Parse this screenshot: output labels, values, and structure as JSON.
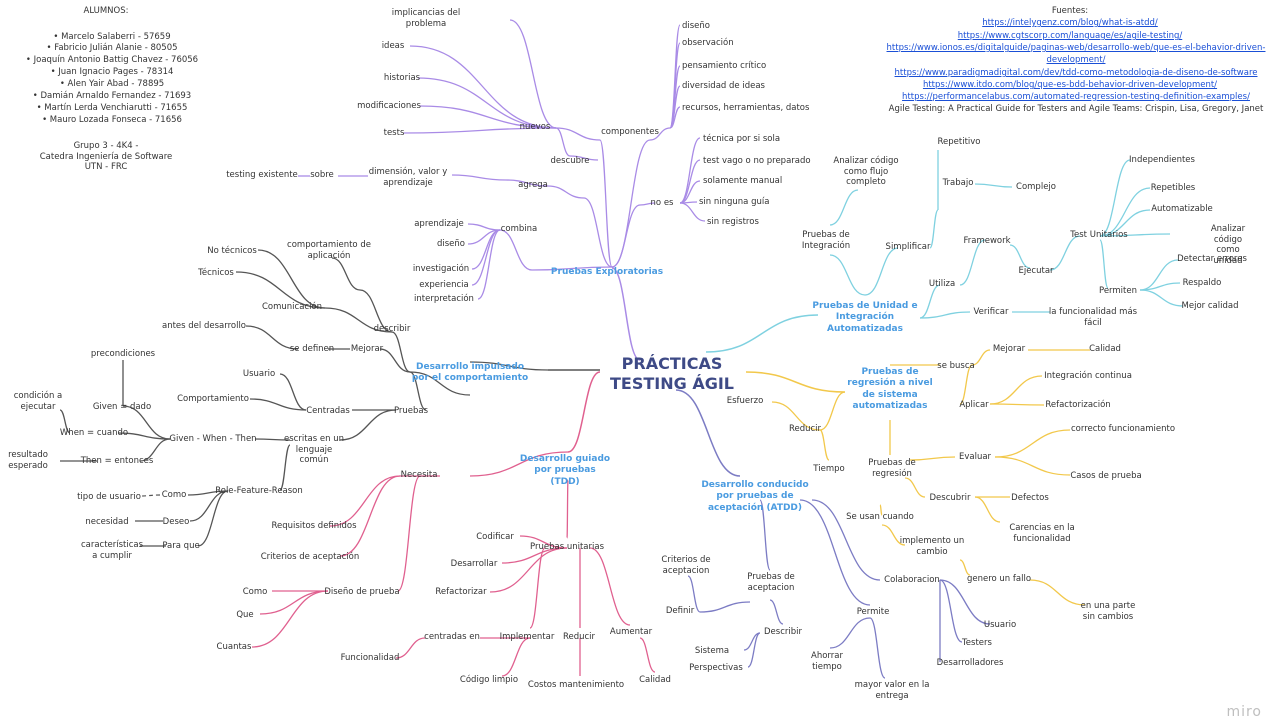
{
  "root": "PRÁCTICAS TESTING ÁGIL",
  "students": {
    "title": "ALUMNOS:",
    "list": [
      "Marcelo Salaberri - 57659",
      "Fabricio Julián Alanie - 80505",
      "Joaquín Antonio Battig Chavez - 76056",
      "Juan Ignacio Pages - 78314",
      "Alen Yair Abad - 78895",
      "Damián Arnaldo Fernandez - 71693",
      "Martín Lerda Venchiarutti - 71655",
      "Mauro Lozada Fonseca - 71656"
    ],
    "group": "Grupo 3 - 4K4 -\nCatedra Ingeniería de Software\nUTN - FRC"
  },
  "sources": {
    "title": "Fuentes:",
    "links": [
      "https://intelygenz.com/blog/what-is-atdd/",
      "https://www.cgtscorp.com/language/es/agile-testing/",
      "https://www.ionos.es/digitalguide/paginas-web/desarrollo-web/que-es-el-behavior-driven-",
      "development/",
      "https://www.paradigmadigital.com/dev/tdd-como-metodologia-de-diseno-de-software",
      "https://www.itdo.com/blog/que-es-bdd-behavior-driven-development/",
      "https://performancelabus.com/automated-regression-testing-definition-examples/"
    ],
    "book": "Agile Testing: A Practical Guide for Testers and Agile Teams: Crispin, Lisa, Gregory, Janet"
  },
  "branches": {
    "exploratorias": {
      "title": "Pruebas Exploratorias",
      "nuevos": "nuevos",
      "nuevos_items": [
        "implicancias del\nproblema",
        "ideas",
        "historias",
        "modificaciones",
        "tests"
      ],
      "descubre": "descubre",
      "componentes": "componentes",
      "componentes_items": [
        "diseño",
        "observación",
        "pensamiento crítico",
        "diversidad de ideas",
        "recursos, herramientas, datos"
      ],
      "agrega": "agrega",
      "dimension": "dimensión, valor y\naprendizaje",
      "sobre": "sobre",
      "testing_existente": "testing existente",
      "combina": "combina",
      "combina_items": [
        "aprendizaje",
        "diseño",
        "investigación",
        "experiencia",
        "interpretación"
      ],
      "no_es": "no es",
      "no_es_items": [
        "técnica por si sola",
        "test vago o no preparado",
        "solamente manual",
        "sin ninguna guía",
        "sin registros"
      ]
    },
    "bdd": {
      "title": "Desarrollo impulsado\npor el comportamiento",
      "describir": "describir",
      "comportamiento_app": "comportamiento de\naplicación",
      "comunicacion": "Comunicación",
      "no_tecnicos": "No técnicos",
      "tecnicos": "Técnicos",
      "mejorar": "Mejorar",
      "se_definen": "se definen",
      "antes_desarrollo": "antes del desarrollo",
      "pruebas": "Pruebas",
      "centradas": "Centradas",
      "usuario": "Usuario",
      "comportamiento": "Comportamiento",
      "escritas": "escritas en un\nlenguaje\ncomún",
      "gwt": "Given - When - Then",
      "given": "Given = dado",
      "precondiciones": "precondiciones",
      "when": "When = cuando",
      "condicion": "condición a\nejecutar",
      "then": "Then = entonces",
      "resultado": "resultado\nesperado",
      "rfr": "Role-Feature-Reason",
      "como": "Como",
      "tipo_usuario": "tipo de usuario",
      "deseo": "Deseo",
      "necesidad": "necesidad",
      "para_que": "Para que",
      "caracteristicas": "características\na cumplir"
    },
    "tdd": {
      "title": "Desarrollo guiado\npor pruebas\n(TDD)",
      "necesita": "Necesita",
      "requisitos": "Requisitos definidos",
      "criterios": "Criterios de aceptación",
      "diseno_prueba": "Diseño de prueba",
      "diseno_items": [
        "Como",
        "Que",
        "Cuantas"
      ],
      "pruebas_unitarias": "Pruebas unitarias",
      "codificar": "Codificar",
      "desarrollar": "Desarrollar",
      "refactorizar": "Refactorizar",
      "implementar": "Implementar",
      "centradas_en": "centradas en",
      "funcionalidad": "Funcionalidad",
      "codigo_limpio": "Código limpio",
      "reducir": "Reducir",
      "costos": "Costos mantenimiento",
      "aumentar": "Aumentar",
      "calidad": "Calidad"
    },
    "atdd": {
      "title": "Desarrollo conducido\npor pruebas de\naceptación (ATDD)",
      "pruebas_aceptacion": "Pruebas de\naceptacion",
      "definir": "Definir",
      "criterios": "Criterios de\naceptacion",
      "describir": "Describir",
      "sistema": "Sistema",
      "perspectivas": "Perspectivas",
      "permite": "Permite",
      "ahorrar": "Ahorrar\ntiempo",
      "mayor_valor": "mayor valor en la\nentrega",
      "colaboracion": "Colaboracion",
      "colab_items": [
        "Usuario",
        "Testers",
        "Desarrolladores"
      ]
    },
    "regresion": {
      "title": "Pruebas de\nregresión a nivel\nde sistema\nautomatizadas",
      "se_busca": "se busca",
      "mejorar": "Mejorar",
      "calidad": "Calidad",
      "aplicar": "Aplicar",
      "integracion_continua": "Integración continua",
      "refactorizacion": "Refactorización",
      "reducir": "Reducir",
      "esfuerzo": "Esfuerzo",
      "tiempo": "Tiempo",
      "pruebas_regresion": "Pruebas de\nregresión",
      "evaluar": "Evaluar",
      "correcto": "correcto funcionamiento",
      "casos": "Casos de prueba",
      "descubrir": "Descubrir",
      "defectos": "Defectos",
      "carencias": "Carencias en la\nfuncionalidad",
      "se_usan": "Se usan cuando",
      "implemento": "implemento un\ncambio",
      "genero": "genero un fallo",
      "en_una_parte": "en una parte\nsin cambios"
    },
    "unidad": {
      "title": "Pruebas de Unidad e\nIntegración\nAutomatizadas",
      "pruebas_integracion": "Pruebas de\nIntegración",
      "analizar_flujo": "Analizar código\ncomo flujo\ncompleto",
      "simplificar": "Simplificar",
      "trabajo": "Trabajo",
      "repetitivo": "Repetitivo",
      "complejo": "Complejo",
      "utiliza": "Utiliza",
      "framework": "Framework",
      "ejecutar": "Ejecutar",
      "test_unitarios": "Test Unitarios",
      "test_items": [
        "Independientes",
        "Repetibles",
        "Automatizable"
      ],
      "analizar_codigo": "Analizar código como\nunidad",
      "permiten": "Permiten",
      "permiten_items": [
        "Detectar errores",
        "Respaldo",
        "Mejor calidad"
      ],
      "verificar": "Verificar",
      "funcionalidad": "la funcionalidad más\nfácil"
    }
  },
  "colors": {
    "exploratorias": "#a98be6",
    "bdd": "#555555",
    "tdd": "#e0608f",
    "atdd": "#7c7cc4",
    "regresion": "#f2c84b",
    "unidad": "#7fd1e0",
    "branch_title": "#4a9be0",
    "root": "#3e4a86",
    "link": "#1a4fd6"
  },
  "watermark": "miro"
}
